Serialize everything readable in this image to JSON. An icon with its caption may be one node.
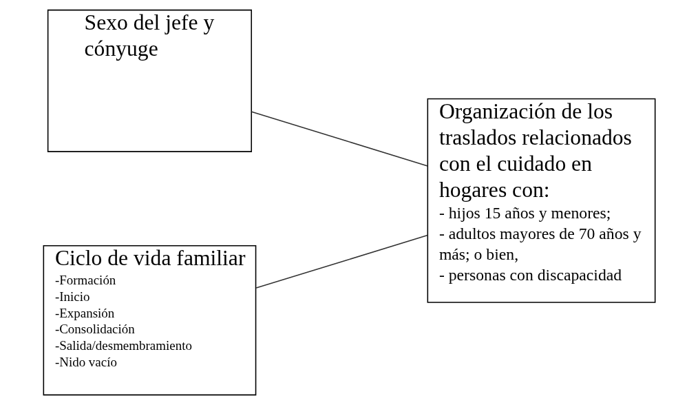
{
  "diagram": {
    "nodes": [
      {
        "text": [
          "Sexo del jefe y cónyuge"
        ]
      },
      {
        "text": [
          "Ciclo de vida familiar",
          "-Formación",
          "-Inicio",
          "-Expansión",
          "-Consolidación",
          "-Salida/desmembramiento",
          "-Nido vacío"
        ]
      },
      {
        "text": [
          "Organización de los traslados relacionados con el cuidado en hogares con:",
          "- hijos 15 años y menores;",
          "- adultos mayores de 70 años y más; o bien,",
          "- personas con discapacidad"
        ]
      }
    ],
    "edges": [
      {
        "from": 0,
        "to": 2,
        "arrow": "none"
      },
      {
        "from": 1,
        "to": 2,
        "arrow": "none"
      }
    ]
  }
}
